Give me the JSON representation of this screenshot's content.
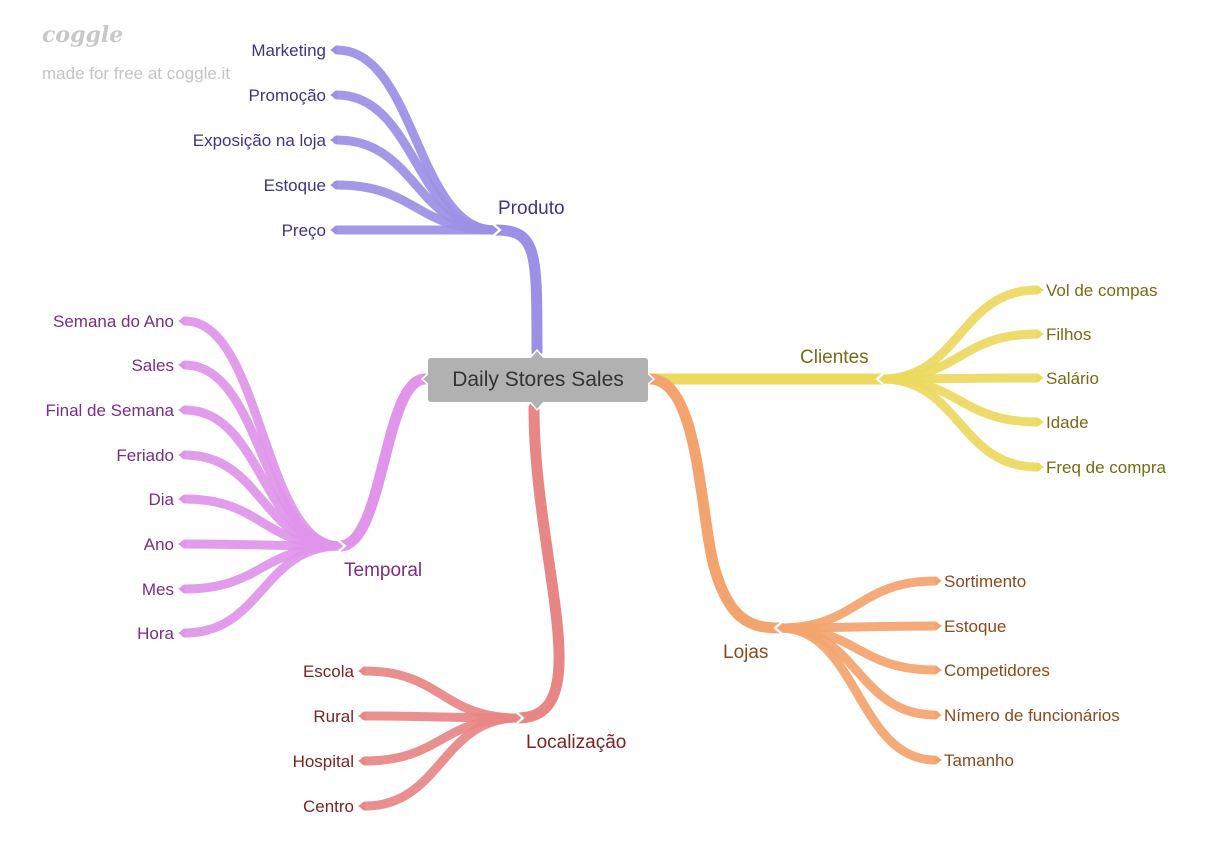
{
  "watermark": {
    "logo": "coggle",
    "subtitle": "made for free at coggle.it"
  },
  "root": {
    "label": "Daily Stores Sales"
  },
  "branches": [
    {
      "name": "Produto",
      "color": "#9b8fe6",
      "text_color": "#3d3585",
      "children": [
        "Marketing",
        "Promoção",
        "Exposição na loja",
        "Estoque",
        "Preço"
      ]
    },
    {
      "name": "Temporal",
      "color": "#e094ea",
      "text_color": "#7a2d84",
      "children": [
        "Semana do Ano",
        "Sales",
        "Final de Semana",
        "Feriado",
        "Dia",
        "Ano",
        "Mes",
        "Hora"
      ]
    },
    {
      "name": "Localização",
      "color": "#e88585",
      "text_color": "#7a2424",
      "children": [
        "Escola",
        "Rural",
        "Hospital",
        "Centro"
      ]
    },
    {
      "name": "Clientes",
      "color": "#ecd95e",
      "text_color": "#7a6a14",
      "children": [
        "Vol de compas",
        "Filhos",
        "Salário",
        "Idade",
        "Freq de compra"
      ]
    },
    {
      "name": "Lojas",
      "color": "#f3a46e",
      "text_color": "#8a4a1c",
      "children": [
        "Sortimento",
        "Estoque",
        "Competidores",
        "Nímero de funcionários",
        "Tamanho"
      ]
    }
  ]
}
